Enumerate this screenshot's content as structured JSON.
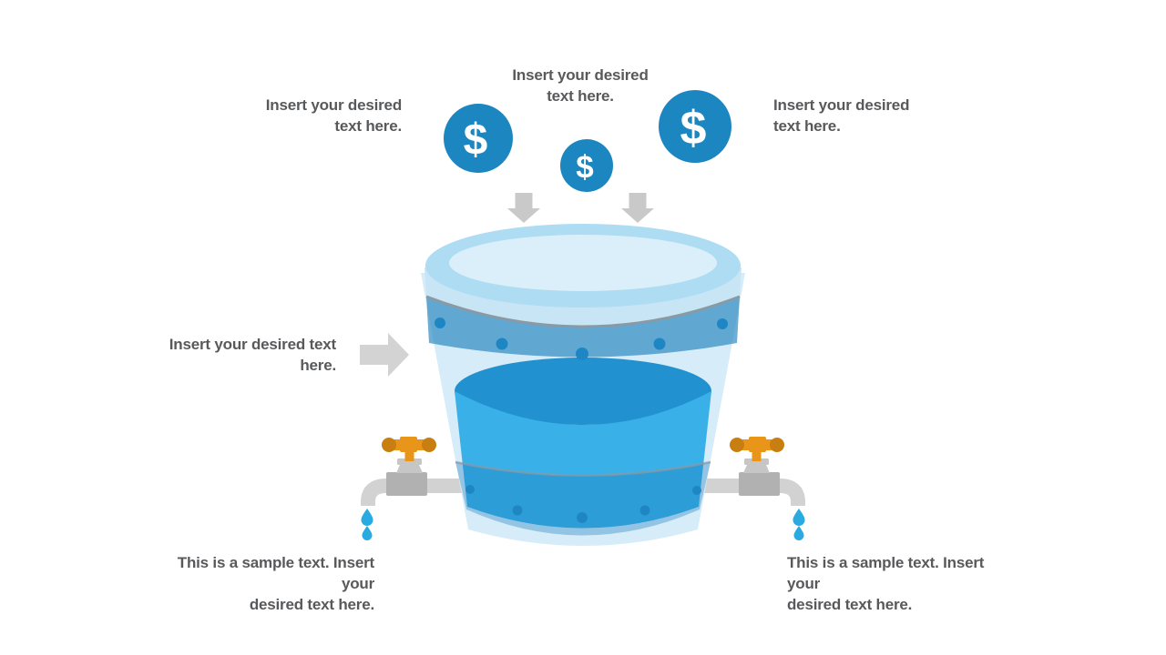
{
  "labels": {
    "top_left": {
      "line1": "Insert your desired",
      "line2": "text here."
    },
    "top_center": {
      "line1": "Insert your desired",
      "line2": "text here."
    },
    "top_right": {
      "line1": "Insert your desired",
      "line2": "text here."
    },
    "middle_left": {
      "line1": "Insert your desired text",
      "line2": "here."
    },
    "bottom_left": {
      "line1": "This is a sample text. Insert your",
      "line2": "desired text here."
    },
    "bottom_right": {
      "line1": "This is a sample text. Insert your",
      "line2": "desired text here."
    }
  },
  "coins": {
    "symbol": "$"
  },
  "colors": {
    "textGray": "#58595b",
    "coinBlue": "#1b86c0",
    "coinSymbol": "#ffffff",
    "arrowGray": "#c9c9c9",
    "sideArrowGray": "#d3d3d3",
    "rimOuter": "#aedcf3",
    "rimInner": "#dbeffa",
    "rimSide": "#c8e5f6",
    "bucketBody": "#d7ecf9",
    "bandBlue": "#177cba",
    "bandEdge": "#8a9aa5",
    "rivetBlue": "#1f86c4",
    "waterSurface": "#2191cf",
    "waterBody": "#3ab0e8",
    "faucetBody": "#b1b1b1",
    "faucetPipe": "#d2d2d2",
    "faucetBonnet": "#c6c6c6",
    "handleOrange": "#e8951a",
    "handleDark": "#c87e10",
    "dropBlue": "#29abe2"
  }
}
